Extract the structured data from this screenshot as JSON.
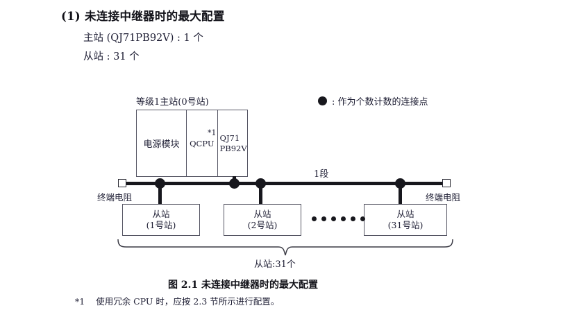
{
  "section": {
    "heading": "(1) 未连接中继器时的最大配置",
    "lines": [
      "主站 (QJ71PB92V) : 1 个",
      "从站 : 31 个"
    ]
  },
  "legend": {
    "symbol": "filled-circle",
    "text": ": 作为个数计数的连接点"
  },
  "master": {
    "label": "等级1主站(0号站)",
    "cells": [
      {
        "name": "power-supply",
        "text": "电源模块"
      },
      {
        "name": "cpu",
        "text": "QCPU",
        "footmark": "*1"
      },
      {
        "name": "network-module",
        "line1": "QJ71",
        "line2": "PB92V"
      }
    ]
  },
  "bus": {
    "segment_label": "1段",
    "terminator_left": "终端电阻",
    "terminator_right": "终端电阻"
  },
  "slaves": [
    {
      "title": "从站",
      "station": "(1号站)"
    },
    {
      "title": "从站",
      "station": "(2号站)"
    },
    {
      "title": "从站",
      "station": "(31号站)"
    }
  ],
  "ellipsis_dots": 6,
  "brace": {
    "label": "从站:31个"
  },
  "caption": "图 2.1  未连接中继器时的最大配置",
  "footnote": {
    "mark": "*1",
    "text": "使用冗余 CPU 时，应按 2.3 节所示进行配置。"
  },
  "colors": {
    "ink": "#1d1d33",
    "line": "#17171d",
    "box_border": "#555563"
  }
}
